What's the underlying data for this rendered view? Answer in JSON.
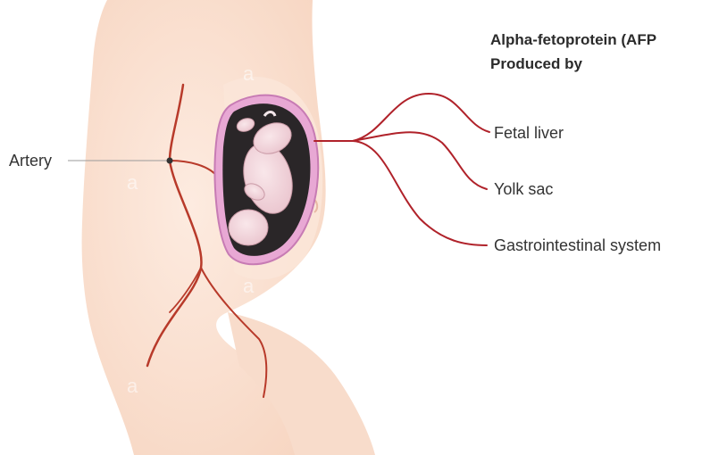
{
  "title": {
    "line1": "Alpha-fetoprotein (AFP",
    "line2": "Produced by"
  },
  "labels": {
    "artery": "Artery",
    "fetal_liver": "Fetal liver",
    "yolk_sac": "Yolk sac",
    "gi_system": "Gastrointestinal system"
  },
  "watermark": "a",
  "colors": {
    "body_skin": "#fbe3d2",
    "body_skin_dark": "#f6d2bc",
    "artery": "#b83a2a",
    "branch_lines": "#b0222a",
    "uterus_wall": "#d98fc4",
    "amniotic": "#2a2628",
    "fetus": "#f1d7dc"
  }
}
